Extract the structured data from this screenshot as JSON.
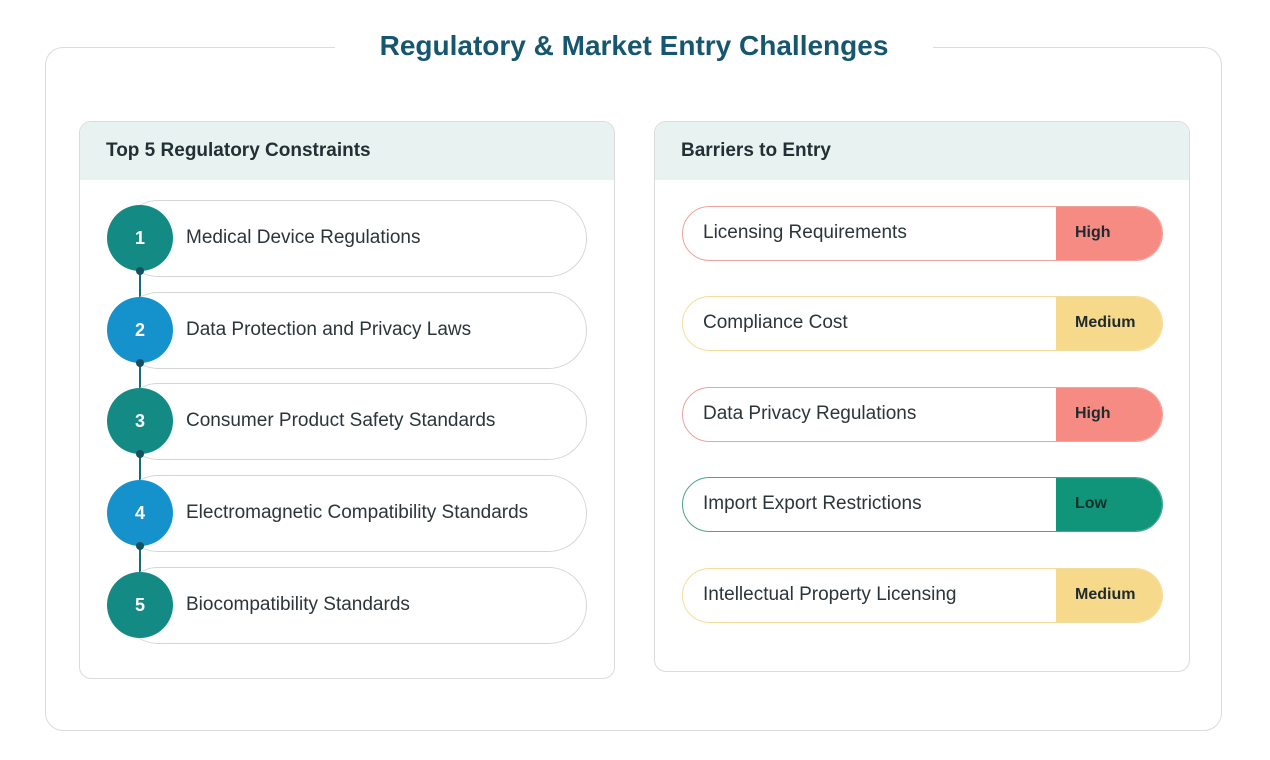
{
  "title": "Regulatory & Market Entry Challenges",
  "left_panel": {
    "heading": "Top 5 Regulatory Constraints",
    "items": [
      {
        "number": "1",
        "label": "Medical Device Regulations",
        "color": "#138a83"
      },
      {
        "number": "2",
        "label": "Data Protection and Privacy Laws",
        "color": "#1591cc"
      },
      {
        "number": "3",
        "label": "Consumer Product Safety Standards",
        "color": "#138a83"
      },
      {
        "number": "4",
        "label": "Electromagnetic Compatibility Standards",
        "color": "#1591cc"
      },
      {
        "number": "5",
        "label": "Biocompatibility Standards",
        "color": "#138a83"
      }
    ]
  },
  "right_panel": {
    "heading": "Barriers to Entry",
    "items": [
      {
        "label": "Licensing Requirements",
        "level": "High",
        "badge_color": "#f58b82",
        "border_color": "#f0a29c"
      },
      {
        "label": "Compliance Cost",
        "level": "Medium",
        "badge_color": "#f6d98a",
        "border_color": "#f3dd9d"
      },
      {
        "label": "Data Privacy Regulations",
        "level": "High",
        "badge_color": "#f58b82",
        "border_color": "#f0a29c"
      },
      {
        "label": "Import Export Restrictions",
        "level": "Low",
        "badge_color": "#11957a",
        "border_color": "#4aa58f"
      },
      {
        "label": "Intellectual Property Licensing",
        "level": "Medium",
        "badge_color": "#f6d98a",
        "border_color": "#f3dd9d"
      }
    ]
  }
}
